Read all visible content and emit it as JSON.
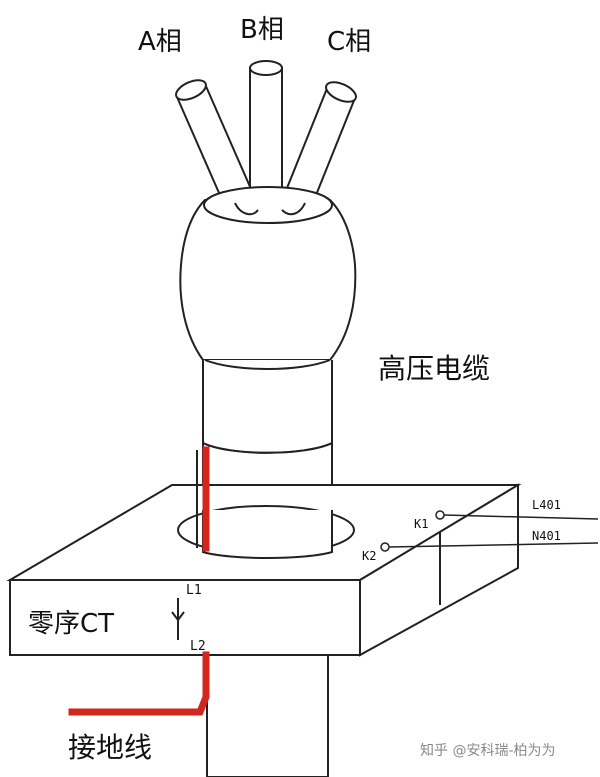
{
  "labels": {
    "phase_a": "A相",
    "phase_b": "B相",
    "phase_c": "C相",
    "cable": "高压电缆",
    "ct": "零序CT",
    "ground": "接地线",
    "l1": "L1",
    "l2": "L2",
    "k1": "K1",
    "k2": "K2",
    "l401": "L401",
    "n401": "N401"
  },
  "watermark": "知乎 @安科瑞-柏为为",
  "colors": {
    "ground_wire": "#d2261e",
    "stroke": "#222222"
  }
}
